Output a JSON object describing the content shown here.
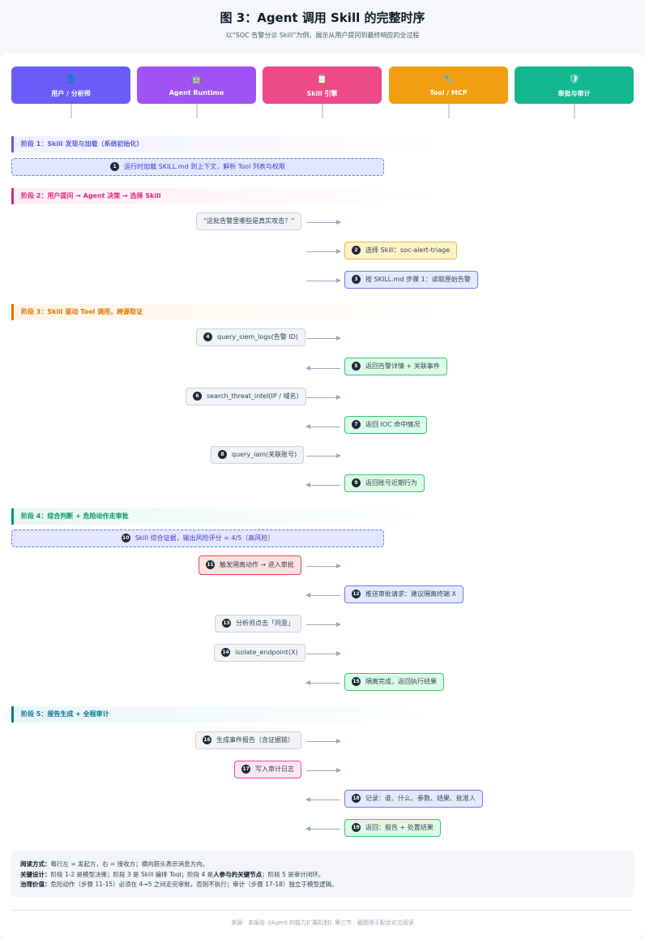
{
  "header": {
    "title": "图 3：Agent 调用 Skill 的完整时序",
    "subtitle": "以“SOC 告警分诊 Skill”为例，展示从用户提问到最终响应的全过程"
  },
  "actors": [
    {
      "icon": "👤",
      "label": "用户 / 分析师",
      "color": "#6a5cf6",
      "icon_name": "user-icon"
    },
    {
      "icon": "🤖",
      "label": "Agent Runtime",
      "color": "#a152f2",
      "icon_name": "robot-icon"
    },
    {
      "icon": "📋",
      "label": "Skill 引擎",
      "color": "#ee4a87",
      "icon_name": "clipboard-icon"
    },
    {
      "icon": "🔧",
      "label": "Tool / MCP",
      "color": "#ef9f10",
      "icon_name": "wrench-icon"
    },
    {
      "icon": "🛡",
      "label": "审批与审计",
      "color": "#14b88e",
      "icon_name": "shield-icon"
    }
  ],
  "phases": [
    {
      "label": "阶段 1：Skill 发现与加载（系统初始化）",
      "color": "#5b5fd6",
      "bg": "#eef0ff"
    },
    {
      "label": "阶段 2：用户提问 → Agent 决策 → 选择 Skill",
      "color": "#db2777",
      "bg": "#fdeef5"
    },
    {
      "label": "阶段 3：Skill 驱动 Tool 调用，跨源取证",
      "color": "#d97706",
      "bg": "#fef4e6"
    },
    {
      "label": "阶段 4：综合判断 + 危险动作走审批",
      "color": "#059669",
      "bg": "#e9f8f1"
    },
    {
      "label": "阶段 5：报告生成 + 全程审计",
      "color": "#0e7490",
      "bg": "#e8f6f8"
    }
  ],
  "steps": [
    {
      "n": "1",
      "text": "运行时加载 SKILL.md 到上下文，解析 Tool 列表与权限"
    },
    {
      "n": "",
      "text": "“这批告警里哪些是真实攻击？”"
    },
    {
      "n": "2",
      "text": "选择 Skill：soc-alert-triage"
    },
    {
      "n": "3",
      "text": "按 SKILL.md 步骤 1：读取原始告警"
    },
    {
      "n": "4",
      "text": "query_siem_logs(告警 ID)"
    },
    {
      "n": "5",
      "text": "返回告警详情 + 关联事件"
    },
    {
      "n": "6",
      "text": "search_threat_intel(IP / 域名)"
    },
    {
      "n": "7",
      "text": "返回 IOC 命中情况"
    },
    {
      "n": "8",
      "text": "query_iam(关联账号)"
    },
    {
      "n": "9",
      "text": "返回账号近期行为"
    },
    {
      "n": "10",
      "text": "Skill 综合证据，输出风险评分 = 4/5（高风险）"
    },
    {
      "n": "11",
      "text": "触发隔离动作 → 进入审批"
    },
    {
      "n": "12",
      "text": "推送审批请求：建议隔离终端 X"
    },
    {
      "n": "13",
      "text": "分析师点击「同意」"
    },
    {
      "n": "14",
      "text": "isolate_endpoint(X)"
    },
    {
      "n": "15",
      "text": "隔离完成，返回执行结果"
    },
    {
      "n": "16",
      "text": "生成事件报告（含证据链）"
    },
    {
      "n": "17",
      "text": "写入审计日志"
    },
    {
      "n": "18",
      "text": "记录：谁、什么、参数、结果、批准人"
    },
    {
      "n": "19",
      "text": "返回：报告 + 处置结果"
    }
  ],
  "legend": {
    "line1_label": "阅读方式：",
    "line1_text": "每行左 = 发起方，右 = 接收方；横向箭头表示消息方向。",
    "line2_label": "关键设计：",
    "line2_text_a": "阶段 1-2 是模型决策；阶段 3 是 Skill 编排 Tool；阶段 4 是",
    "line2_bold": "人参与的关键节点",
    "line2_text_b": "；阶段 5 是审计闭环。",
    "line3_label": "治理价值：",
    "line3_text": "危险动作（步骤 11-15）必须在 4→5 之间走完审批，否则不执行；审计（步骤 17-18）独立于模型逻辑。"
  },
  "footer": "来源：本报告《Agent 的能力扩展机制》第三节 · 截图用于配合论文阅读"
}
